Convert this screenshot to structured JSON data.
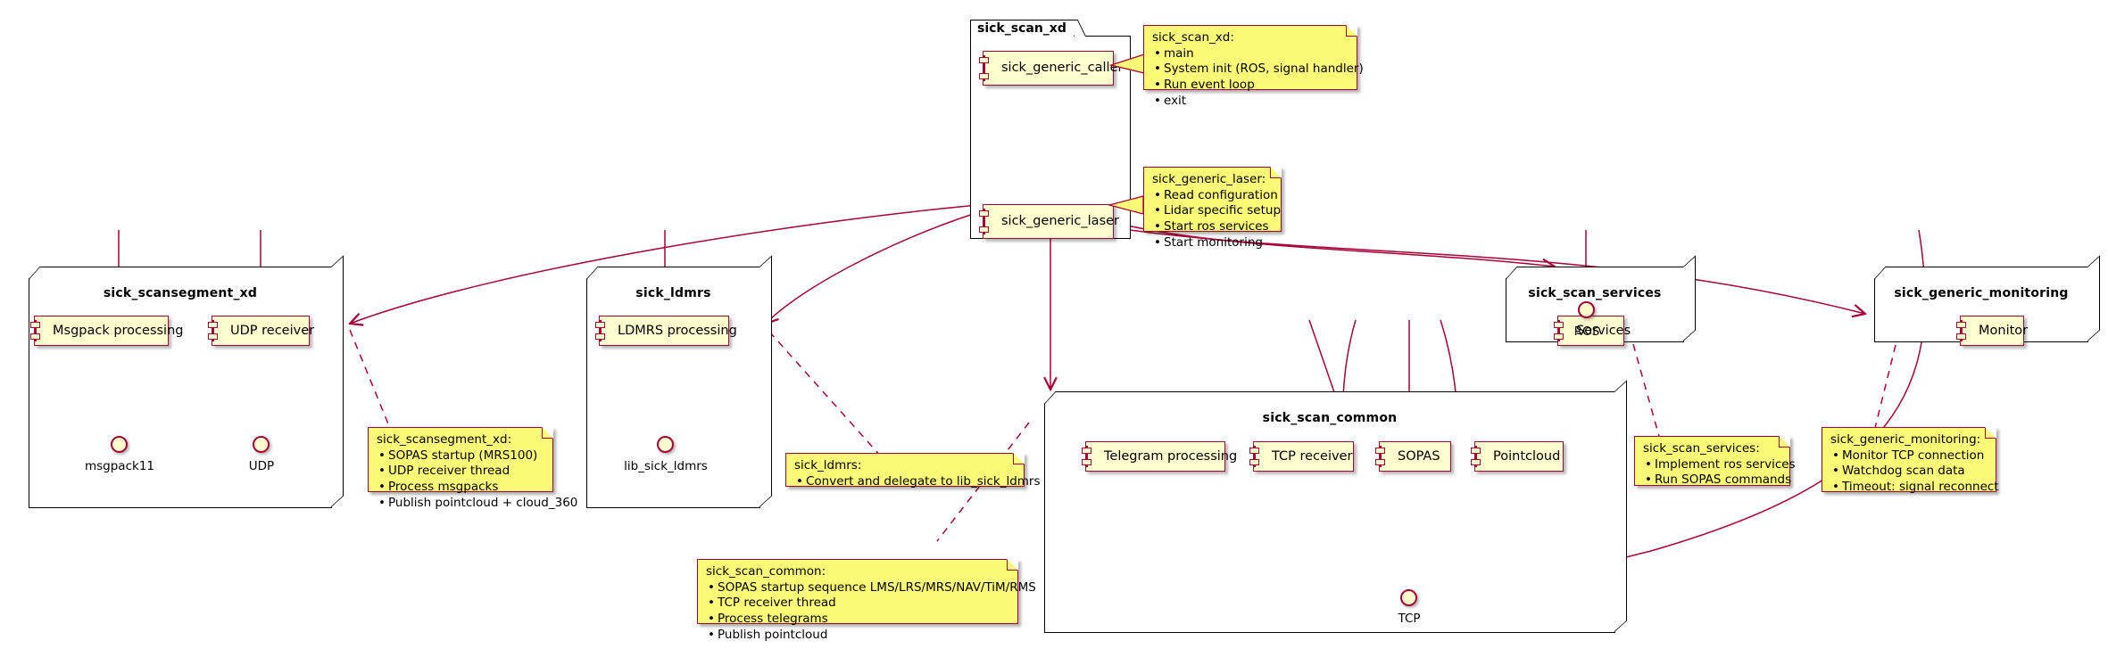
{
  "diagram": {
    "type": "uml-component-diagram",
    "title": "sick_scan_xd software architecture",
    "colors": {
      "component_fill": "#FEFECE",
      "component_border": "#A80036",
      "note_fill": "#FBFB77",
      "note_border": "#A80036",
      "node_border": "#000000",
      "background": "#FFFFFF",
      "line": "#A80036"
    }
  },
  "packages": [
    {
      "id": "sick_scan_xd",
      "style": "folder",
      "title": "sick_scan_xd",
      "components": [
        {
          "id": "sick_generic_caller",
          "label": "sick_generic_caller"
        },
        {
          "id": "sick_generic_laser",
          "label": "sick_generic_laser"
        }
      ],
      "interfaces": []
    },
    {
      "id": "sick_scansegment_xd",
      "style": "node",
      "title": "sick_scansegment_xd",
      "components": [
        {
          "id": "msgpack_processing",
          "label": "Msgpack processing"
        },
        {
          "id": "udp_receiver",
          "label": "UDP receiver"
        }
      ],
      "interfaces": [
        {
          "id": "msgpack11",
          "label": "msgpack11"
        },
        {
          "id": "udp",
          "label": "UDP"
        }
      ]
    },
    {
      "id": "sick_ldmrs",
      "style": "node",
      "title": "sick_ldmrs",
      "components": [
        {
          "id": "ldmrs_processing",
          "label": "LDMRS processing"
        }
      ],
      "interfaces": [
        {
          "id": "lib_sick_ldmrs",
          "label": "lib_sick_ldmrs"
        }
      ]
    },
    {
      "id": "sick_scan_common",
      "style": "node",
      "title": "sick_scan_common",
      "components": [
        {
          "id": "telegram_processing",
          "label": "Telegram processing"
        },
        {
          "id": "tcp_receiver",
          "label": "TCP receiver"
        },
        {
          "id": "sopas",
          "label": "SOPAS"
        },
        {
          "id": "pointcloud",
          "label": "Pointcloud"
        }
      ],
      "interfaces": [
        {
          "id": "ros",
          "label": "ROS"
        },
        {
          "id": "tcp",
          "label": "TCP"
        }
      ]
    },
    {
      "id": "sick_scan_services",
      "style": "node",
      "title": "sick_scan_services",
      "components": [
        {
          "id": "services",
          "label": "Services"
        }
      ],
      "interfaces": []
    },
    {
      "id": "sick_generic_monitoring",
      "style": "node",
      "title": "sick_generic_monitoring",
      "components": [
        {
          "id": "monitor",
          "label": "Monitor"
        }
      ],
      "interfaces": []
    }
  ],
  "notes": [
    {
      "id": "note_sick_scan_xd",
      "head": "sick_scan_xd:",
      "items": [
        "main",
        "System init (ROS, signal handler)",
        "Run event loop",
        "exit"
      ]
    },
    {
      "id": "note_sick_generic_laser",
      "head": "sick_generic_laser:",
      "items": [
        "Read configuration",
        "Lidar specific setup",
        "Start ros services",
        "Start monitoring"
      ]
    },
    {
      "id": "note_sick_scansegment_xd",
      "head": "sick_scansegment_xd:",
      "items": [
        "SOPAS startup (MRS100)",
        "UDP receiver thread",
        "Process msgpacks",
        "Publish pointcloud + cloud_360"
      ]
    },
    {
      "id": "note_sick_ldmrs",
      "head": "sick_ldmrs:",
      "items": [
        "Convert and delegate to lib_sick_ldmrs"
      ]
    },
    {
      "id": "note_sick_scan_common",
      "head": "sick_scan_common:",
      "items": [
        "SOPAS startup sequence LMS/LRS/MRS/NAV/TiM/RMS",
        "TCP receiver thread",
        "Process telegrams",
        "Publish pointcloud"
      ]
    },
    {
      "id": "note_sick_scan_services",
      "head": "sick_scan_services:",
      "items": [
        "Implement ros services",
        "Run SOPAS commands"
      ]
    },
    {
      "id": "note_sick_generic_monitoring",
      "head": "sick_generic_monitoring:",
      "items": [
        "Monitor TCP connection",
        "Watchdog scan data",
        "Timeout: signal reconnect"
      ]
    }
  ]
}
